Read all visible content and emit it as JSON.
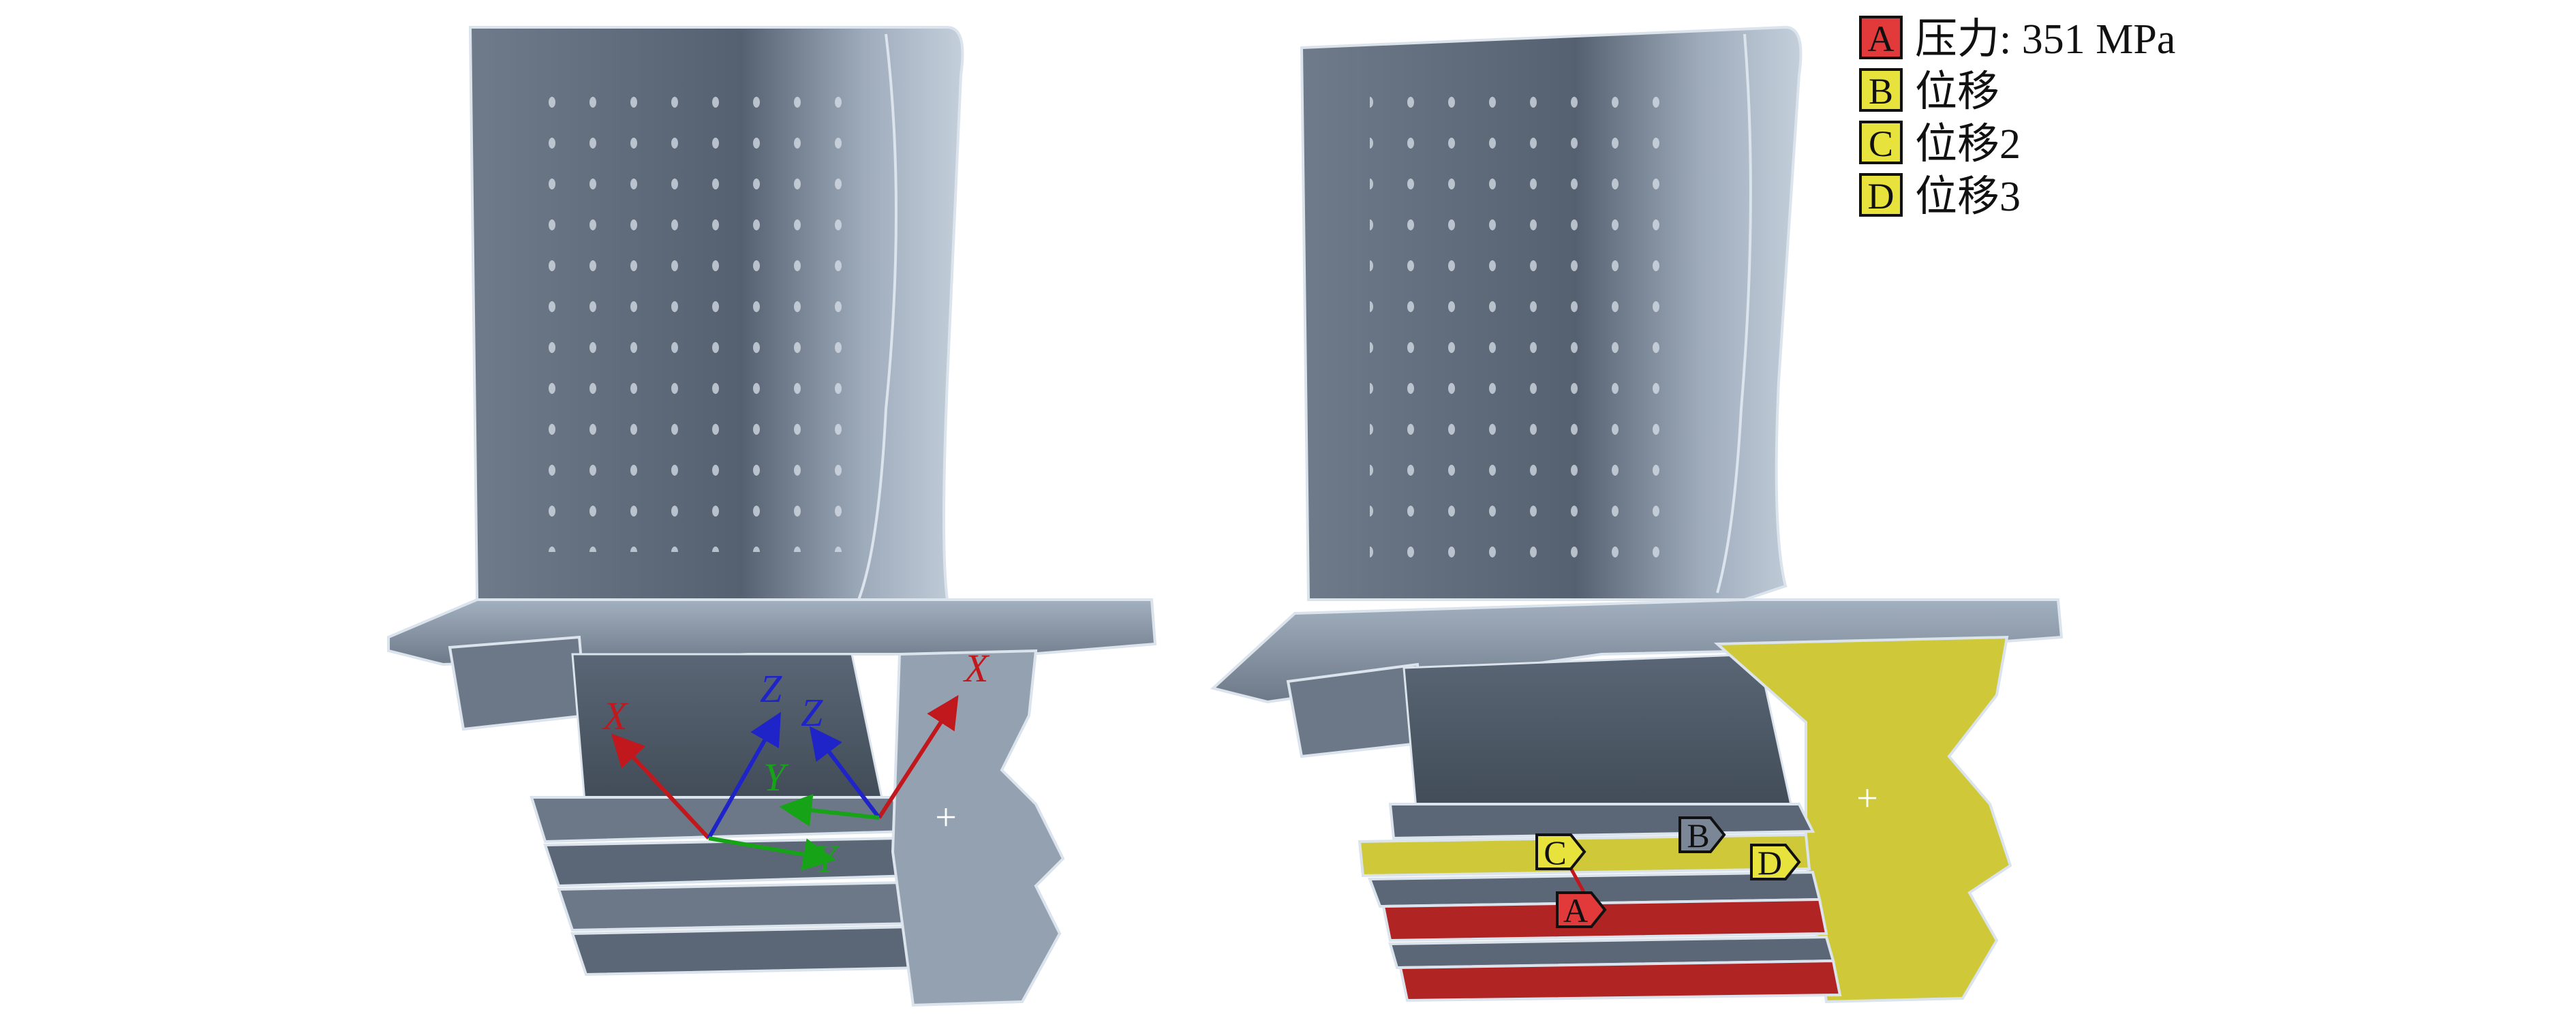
{
  "colors": {
    "blade_base": "#7b8796",
    "blade_dark": "#4d5866",
    "blade_light": "#a9b6c5",
    "outline": "#dbe3ec",
    "pressure_red": "#b02424",
    "displacement_yellow": "#cfc93a",
    "axis_red": "#c0181c",
    "axis_blue": "#1f24c8",
    "axis_green": "#17a317"
  },
  "left_view": {
    "axes": [
      {
        "name": "global-x",
        "label": "X",
        "color": "axis_red"
      },
      {
        "name": "global-z",
        "label": "Z",
        "color": "axis_blue"
      },
      {
        "name": "global-y",
        "label": "Y",
        "color": "axis_green"
      },
      {
        "name": "local-x",
        "label": "X",
        "color": "axis_red"
      },
      {
        "name": "local-z",
        "label": "Z",
        "color": "axis_blue"
      },
      {
        "name": "local-y",
        "label": "Y",
        "color": "axis_green"
      }
    ],
    "origin_marker": "+"
  },
  "right_view": {
    "origin_marker": "+",
    "tags": [
      {
        "letter": "A",
        "color": "pressure_red"
      },
      {
        "letter": "B",
        "color": "blade_base"
      },
      {
        "letter": "C",
        "color": "displacement_yellow"
      },
      {
        "letter": "D",
        "color": "displacement_yellow"
      }
    ]
  },
  "legend": [
    {
      "letter": "A",
      "text": "压力: 351 MPa",
      "color": "#e23a3a"
    },
    {
      "letter": "B",
      "text": "位移",
      "color": "#e8e23c"
    },
    {
      "letter": "C",
      "text": "位移2",
      "color": "#e8e23c"
    },
    {
      "letter": "D",
      "text": "位移3",
      "color": "#e8e23c"
    }
  ]
}
